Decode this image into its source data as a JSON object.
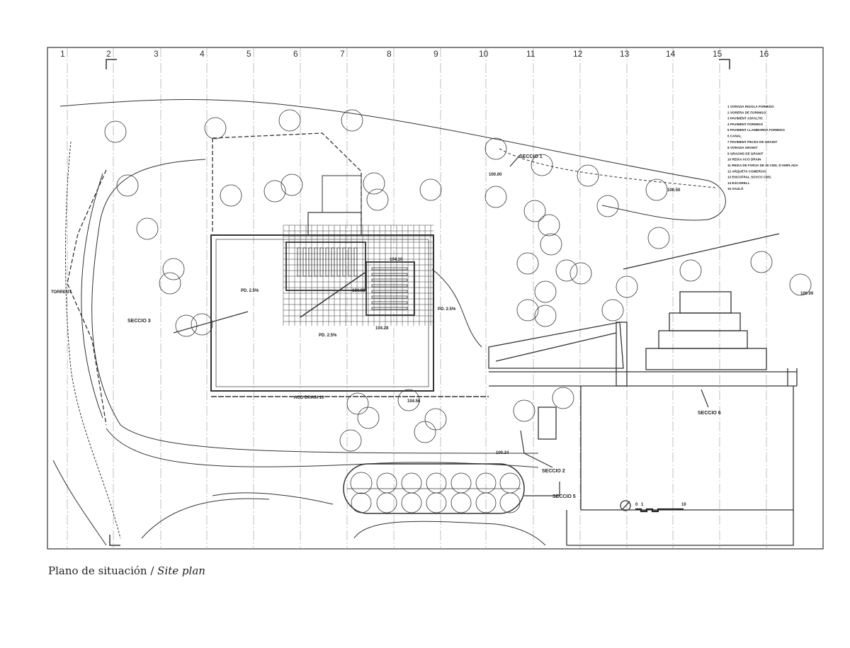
{
  "caption": {
    "spanish": "Plano de situación /",
    "english": "Site plan"
  },
  "grid_columns": [
    "1",
    "2",
    "3",
    "4",
    "5",
    "6",
    "7",
    "8",
    "9",
    "10",
    "11",
    "12",
    "13",
    "14",
    "15",
    "16"
  ],
  "legend": [
    "1  VORADA RIGOLA FORMIGO",
    "2  VORERA DE FORMIGO",
    "3  PAVIMENT ASFALTIC",
    "4  PAVIMENT FORMIGO",
    "5  PAVIMENT LLAMBORDA FORMIGO",
    "6  CANAL",
    "7  PAVIMENT PECES DE GRANIT",
    "8  VORADA GRANIT",
    "9  GRAONS DE GRANIT",
    "10 REIXA ACO DRAIN",
    "11 REIXA DE FORJA DE 40 CMS. D'AMPLADA",
    "12 ARQUETA COMERCIO",
    "13 ENCOFRAL SOVCO CMS.",
    "14 ESCORELL",
    "15 SAULÓ"
  ],
  "sections": {
    "s1": "SECCIO 1",
    "s2": "SECCIO 2",
    "s3": "SECCIO 3",
    "s5": "SECCIO 5",
    "s6": "SECCIO 6"
  },
  "labels": {
    "torrent": "TORRENT",
    "slope_main": "PD. 2.5%",
    "slope_south": "PD. 2.5%",
    "slope_east": "PD. 2.5%",
    "aco_drain": "ACO DRAIN 10",
    "elev_1": "104.10",
    "elev_2": "104.08",
    "elev_3": "100.00",
    "elev_4": "104.56",
    "elev_5": "100.50",
    "elev_6": "100.00",
    "elev_7": "104.28",
    "elev_8": "100.24"
  },
  "scale": {
    "zero": "0",
    "one": "1",
    "ten": "10"
  }
}
